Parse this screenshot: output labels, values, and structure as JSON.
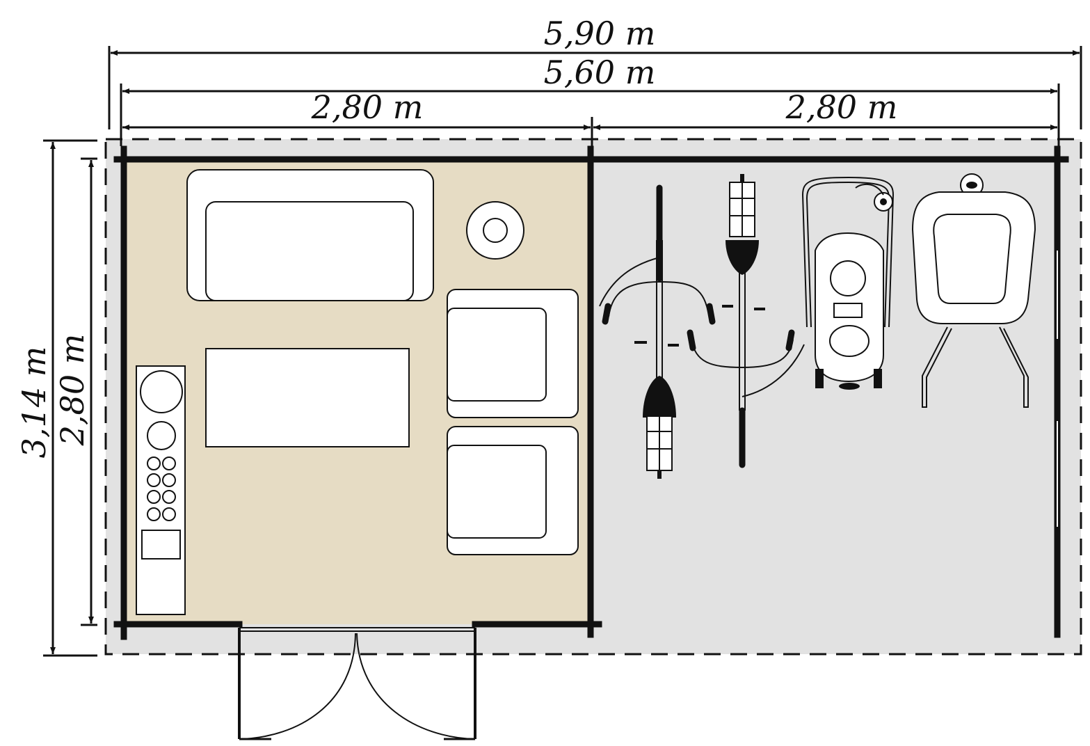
{
  "dimensions": {
    "total_width": "5,90 m",
    "inner_width": "5,60 m",
    "left_room_width": "2,80 m",
    "right_room_width": "2,80 m",
    "total_depth": "3,14 m",
    "inner_depth": "2,80 m"
  },
  "colors": {
    "living_room_floor": "#e6dcc4",
    "storage_floor": "#e2e2e2",
    "lines": "#111111"
  },
  "icons": [
    "sofa-icon",
    "side-table-icon",
    "armchair-icon",
    "coffee-table-icon",
    "kitchenette-icon",
    "bicycle-icon",
    "lawn-mower-icon",
    "wheelbarrow-icon",
    "double-door-icon"
  ]
}
